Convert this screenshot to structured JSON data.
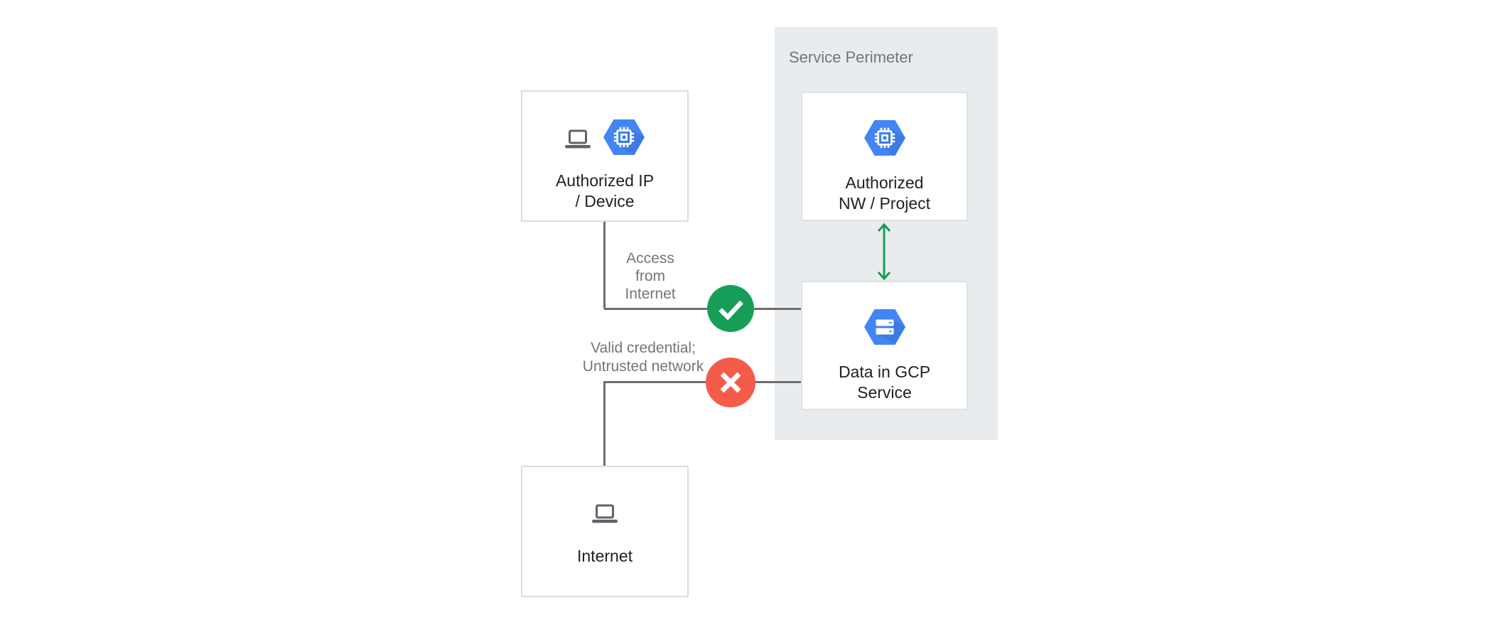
{
  "perimeter": {
    "label": "Service Perimeter"
  },
  "nodes": {
    "authorized_ip_device": {
      "line1": "Authorized IP",
      "line2": "/ Device"
    },
    "authorized_nw_project": {
      "line1": "Authorized",
      "line2": "NW / Project"
    },
    "data_in_gcp_service": {
      "line1": "Data in GCP",
      "line2": "Service"
    },
    "internet": {
      "line1": "Internet"
    }
  },
  "edges": {
    "access_from_internet": {
      "lines": [
        "Access",
        "from",
        "Internet"
      ],
      "result": "allowed"
    },
    "untrusted_network": {
      "lines": [
        "Valid credential;",
        "Untrusted network"
      ],
      "result": "denied"
    }
  },
  "icons": {
    "laptop": "laptop-icon",
    "compute_engine": "compute-engine-icon",
    "cloud_storage": "cloud-storage-icon",
    "allowed": "check-icon",
    "denied": "cross-icon",
    "bidirectional": "up-down-arrow-icon"
  },
  "colors": {
    "blue": "#4285F4",
    "green": "#169E58",
    "red": "#F45B49",
    "perimeter_bg": "#E9ECEF",
    "connector": "#6E6E6E",
    "text_primary": "#202124",
    "text_secondary": "#757575"
  }
}
